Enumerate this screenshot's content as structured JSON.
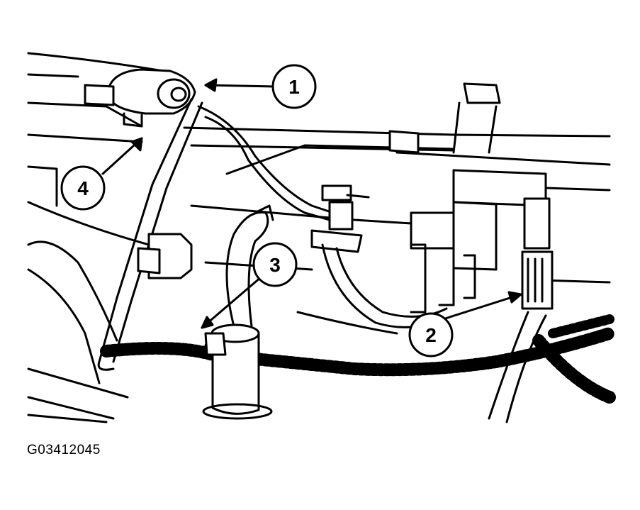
{
  "figure_id": "G03412045",
  "callouts": [
    {
      "label": "1"
    },
    {
      "label": "2"
    },
    {
      "label": "3"
    },
    {
      "label": "4"
    }
  ],
  "colors": {
    "ink": "#000000",
    "paper": "#ffffff"
  }
}
